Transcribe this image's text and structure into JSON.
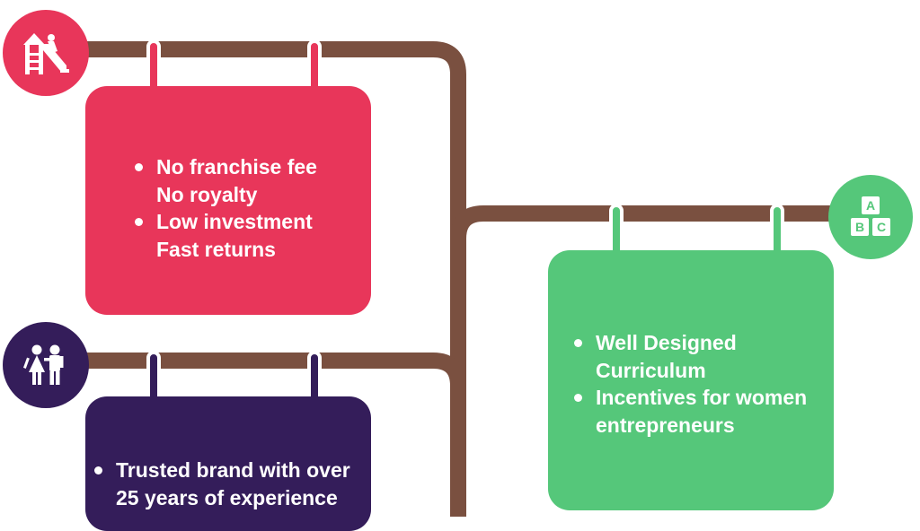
{
  "colors": {
    "track": "#7a5040",
    "red": "#e8365a",
    "green": "#55c77a",
    "purple": "#341d5a",
    "text": "#ffffff"
  },
  "icons": {
    "red_badge": "playground-slide-icon",
    "purple_badge": "children-icon",
    "green_badge": "abc-blocks-icon"
  },
  "abc_blocks": {
    "top": "A",
    "left": "B",
    "right": "C"
  },
  "cards": {
    "red": {
      "bullets": [
        {
          "lines": [
            "No franchise fee",
            "No royalty"
          ]
        },
        {
          "lines": [
            "Low investment",
            "Fast returns"
          ]
        }
      ]
    },
    "green": {
      "bullets": [
        {
          "lines": [
            "Well Designed",
            "Curriculum"
          ]
        },
        {
          "lines": [
            "Incentives for women",
            "entrepreneurs"
          ]
        }
      ]
    },
    "purple": {
      "bullets": [
        {
          "lines": [
            "Trusted brand with over",
            "25 years of experience"
          ]
        }
      ]
    }
  }
}
